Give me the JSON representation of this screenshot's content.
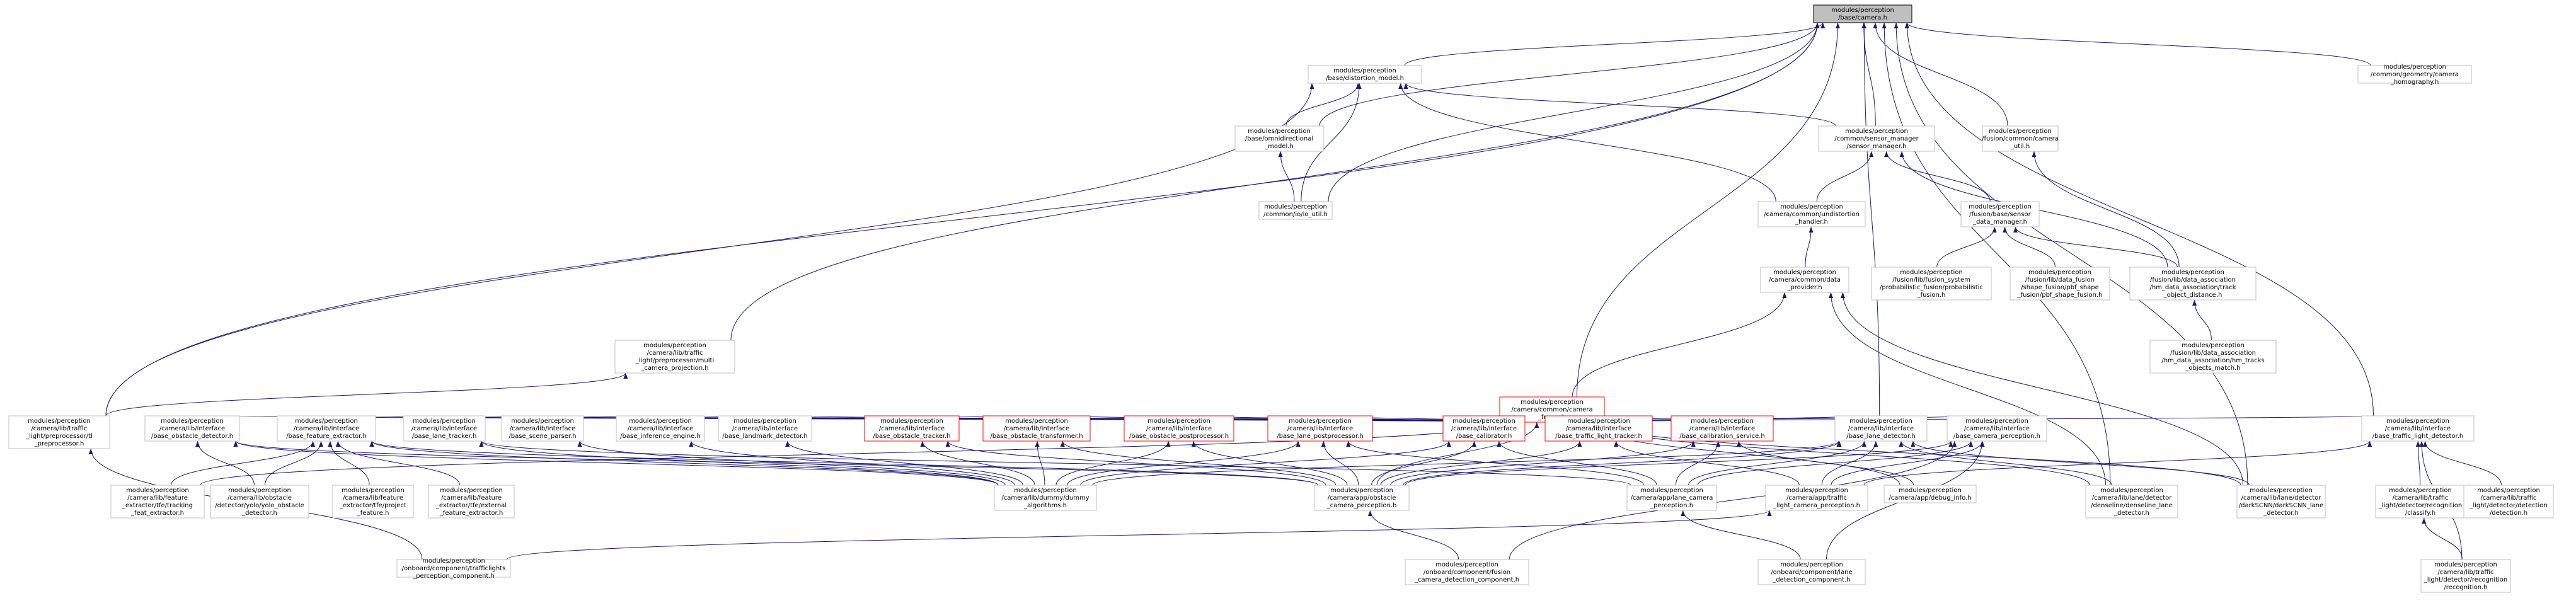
{
  "colors": {
    "edge": "#191970",
    "node_border": "#bfbfbf",
    "root_fill": "#bfbfbf",
    "red_border": "#ff0000"
  },
  "nodes": [
    {
      "id": "camera",
      "lines": [
        "modules/perception",
        "/base/camera.h"
      ],
      "style": "root"
    },
    {
      "id": "distortion",
      "lines": [
        "modules/perception",
        "/base/distortion_model.h"
      ]
    },
    {
      "id": "omni",
      "lines": [
        "modules/perception",
        "/base/omnidirectional",
        "_model.h"
      ]
    },
    {
      "id": "iolo",
      "lines": [
        "modules/perception",
        "/common/io/io_util.h"
      ]
    },
    {
      "id": "sensor_mgr",
      "lines": [
        "modules/perception",
        "/common/sensor_manager",
        "/sensor_manager.h"
      ]
    },
    {
      "id": "fusion_cam",
      "lines": [
        "modules/perception",
        "/fusion/common/camera",
        "_util.h"
      ]
    },
    {
      "id": "homography",
      "lines": [
        "modules/perception",
        "/common/geometry/camera",
        "_homography.h"
      ]
    },
    {
      "id": "undist",
      "lines": [
        "modules/perception",
        "/camera/common/undistortion",
        "_handler.h"
      ]
    },
    {
      "id": "fusion_sdm",
      "lines": [
        "modules/perception",
        "/fusion/base/sensor",
        "_data_manager.h"
      ]
    },
    {
      "id": "data_provider",
      "lines": [
        "modules/perception",
        "/camera/common/data",
        "_provider.h"
      ]
    },
    {
      "id": "prob_fusion",
      "lines": [
        "modules/perception",
        "/fusion/lib/fusion_system",
        "/probabilistic_fusion/probabilistic",
        "_fusion.h"
      ]
    },
    {
      "id": "pbf_shape",
      "lines": [
        "modules/perception",
        "/fusion/lib/data_fusion",
        "/shape_fusion/pbf_shape",
        "_fusion/pbf_shape_fusion.h"
      ]
    },
    {
      "id": "track_obj",
      "lines": [
        "modules/perception",
        "/fusion/lib/data_association",
        "/hm_data_association/track",
        "_object_distance.h"
      ]
    },
    {
      "id": "hm_tracks",
      "lines": [
        "modules/perception",
        "/fusion/lib/data_association",
        "/hm_data_association/hm_tracks",
        "_objects_match.h"
      ]
    },
    {
      "id": "multi_cam",
      "lines": [
        "modules/perception",
        "/camera/lib/traffic",
        "_light/preprocessor/multi",
        "_camera_projection.h"
      ]
    },
    {
      "id": "camera_frame",
      "lines": [
        "modules/perception",
        "/camera/common/camera",
        "_frame.h"
      ],
      "style": "red"
    },
    {
      "id": "tl_pre",
      "lines": [
        "modules/perception",
        "/camera/lib/traffic",
        "_light/preprocessor/tl",
        "_preprocessor.h"
      ]
    },
    {
      "id": "obs_det",
      "lines": [
        "modules/perception",
        "/camera/lib/interface",
        "/base_obstacle_detector.h"
      ]
    },
    {
      "id": "feat_ext",
      "lines": [
        "modules/perception",
        "/camera/lib/interface",
        "/base_feature_extractor.h"
      ]
    },
    {
      "id": "lane_trk",
      "lines": [
        "modules/perception",
        "/camera/lib/interface",
        "/base_lane_tracker.h"
      ]
    },
    {
      "id": "scene_parser",
      "lines": [
        "modules/perception",
        "/camera/lib/interface",
        "/base_scene_parser.h"
      ]
    },
    {
      "id": "inference",
      "lines": [
        "modules/perception",
        "/camera/lib/interface",
        "/base_inference_engine.h"
      ]
    },
    {
      "id": "landmark",
      "lines": [
        "modules/perception",
        "/camera/lib/interface",
        "/base_landmark_detector.h"
      ]
    },
    {
      "id": "obs_trk",
      "lines": [
        "modules/perception",
        "/camera/lib/interface",
        "/base_obstacle_tracker.h"
      ],
      "style": "red"
    },
    {
      "id": "obs_trans",
      "lines": [
        "modules/perception",
        "/camera/lib/interface",
        "/base_obstacle_transformer.h"
      ],
      "style": "red"
    },
    {
      "id": "obs_post",
      "lines": [
        "modules/perception",
        "/camera/lib/interface",
        "/base_obstacle_postprocessor.h"
      ],
      "style": "red"
    },
    {
      "id": "lane_post",
      "lines": [
        "modules/perception",
        "/camera/lib/interface",
        "/base_lane_postprocessor.h"
      ],
      "style": "red"
    },
    {
      "id": "calibrator",
      "lines": [
        "modules/perception",
        "/camera/lib/interface",
        "/base_calibrator.h"
      ],
      "style": "red"
    },
    {
      "id": "tl_trk",
      "lines": [
        "modules/perception",
        "/camera/lib/interface",
        "/base_traffic_light_tracker.h"
      ],
      "style": "red"
    },
    {
      "id": "calib_svc",
      "lines": [
        "modules/perception",
        "/camera/lib/interface",
        "/base_calibration_service.h"
      ],
      "style": "red"
    },
    {
      "id": "lane_det",
      "lines": [
        "modules/perception",
        "/camera/lib/interface",
        "/base_lane_detector.h"
      ]
    },
    {
      "id": "cam_perc",
      "lines": [
        "modules/perception",
        "/camera/lib/interface",
        "/base_camera_perception.h"
      ]
    },
    {
      "id": "tl_det",
      "lines": [
        "modules/perception",
        "/camera/lib/interface",
        "/base_traffic_light_detector.h"
      ]
    },
    {
      "id": "tracking_feat",
      "lines": [
        "modules/perception",
        "/camera/lib/feature",
        "_extractor/tfe/tracking",
        "_feat_extractor.h"
      ]
    },
    {
      "id": "yolo_obs",
      "lines": [
        "modules/perception",
        "/camera/lib/obstacle",
        "/detector/yolo/yolo_obstacle",
        "_detector.h"
      ]
    },
    {
      "id": "project_feat",
      "lines": [
        "modules/perception",
        "/camera/lib/feature",
        "_extractor/tfe/project",
        "_feature.h"
      ]
    },
    {
      "id": "external_feat",
      "lines": [
        "modules/perception",
        "/camera/lib/feature",
        "_extractor/tfe/external",
        "_feature_extractor.h"
      ]
    },
    {
      "id": "dummy",
      "lines": [
        "modules/perception",
        "/camera/lib/dummy/dummy",
        "_algorithms.h"
      ]
    },
    {
      "id": "obs_cam_perc",
      "lines": [
        "modules/perception",
        "/camera/app/obstacle",
        "_camera_perception.h"
      ]
    },
    {
      "id": "lane_cam_perc",
      "lines": [
        "modules/perception",
        "/camera/app/lane_camera",
        "_perception.h"
      ]
    },
    {
      "id": "tl_cam_perc",
      "lines": [
        "modules/perception",
        "/camera/app/traffic",
        "_light_camera_perception.h"
      ]
    },
    {
      "id": "debug_info",
      "lines": [
        "modules/perception",
        "/camera/app/debug_info.h"
      ]
    },
    {
      "id": "denseline",
      "lines": [
        "modules/perception",
        "/camera/lib/lane/detector",
        "/denseline/denseline_lane",
        "_detector.h"
      ]
    },
    {
      "id": "darkscnn",
      "lines": [
        "modules/perception",
        "/camera/lib/lane/detector",
        "/darkSCNN/darkSCNN_lane",
        "_detector.h"
      ]
    },
    {
      "id": "classify",
      "lines": [
        "modules/perception",
        "/camera/lib/traffic",
        "_light/detector/recognition",
        "/classify.h"
      ]
    },
    {
      "id": "tl_detection",
      "lines": [
        "modules/perception",
        "/camera/lib/traffic",
        "_light/detector/detection",
        "/detection.h"
      ]
    },
    {
      "id": "recognition",
      "lines": [
        "modules/perception",
        "/camera/lib/traffic",
        "_light/detector/recognition",
        "/recognition.h"
      ]
    },
    {
      "id": "trafficlights_comp",
      "lines": [
        "modules/perception",
        "/onboard/component/trafficlights",
        "_perception_component.h"
      ]
    },
    {
      "id": "fusion_cam_comp",
      "lines": [
        "modules/perception",
        "/onboard/component/fusion",
        "_camera_detection_component.h"
      ]
    },
    {
      "id": "lane_det_comp",
      "lines": [
        "modules/perception",
        "/onboard/component/lane",
        "_detection_component.h"
      ]
    }
  ]
}
